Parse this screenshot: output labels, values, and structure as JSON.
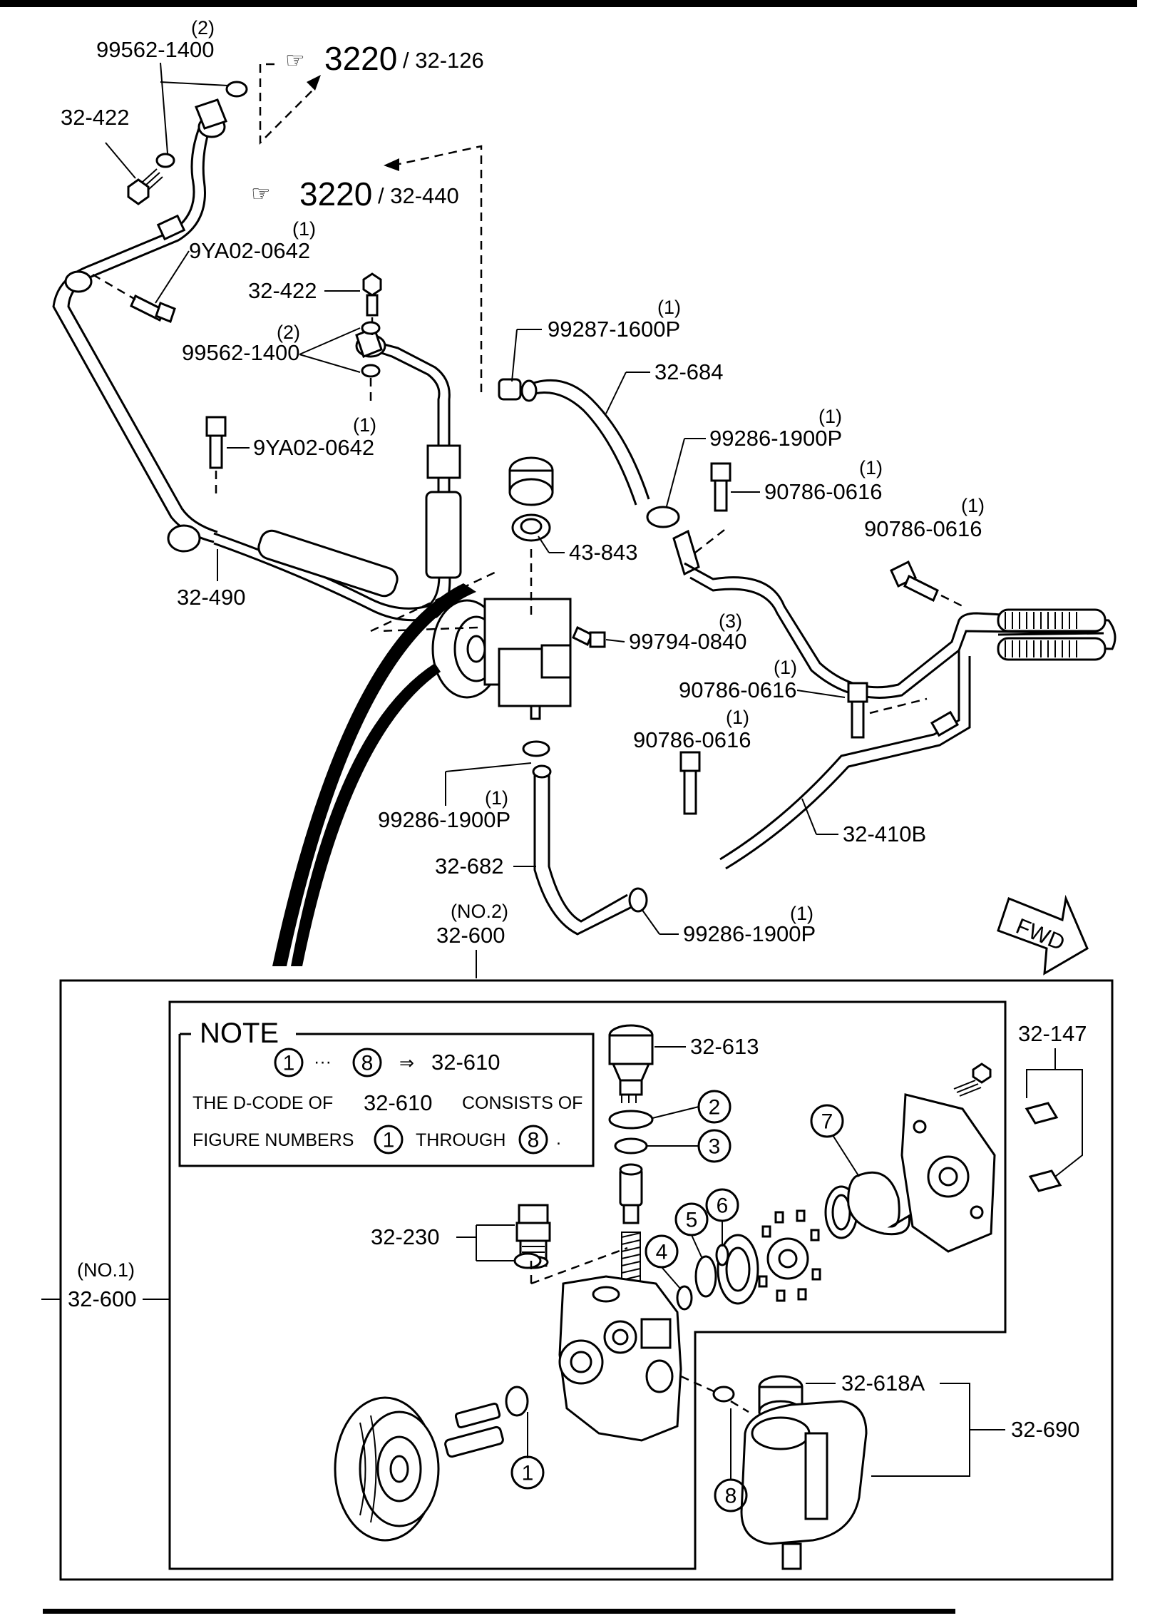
{
  "labels": {
    "ref_top_qty": "(2)",
    "ref_top_part": "99562-1400",
    "ref_3220_a": "3220",
    "ref_3220_a_sub": "/ 32-126",
    "ref_3220_b": "3220",
    "ref_3220_b_sub": "/ 32-440",
    "bolt_32422_top": "32-422",
    "bolt_9ya02_a_qty": "(1)",
    "bolt_9ya02_a": "9YA02-0642",
    "bolt_32422_mid": "32-422",
    "washer_mid_qty": "(2)",
    "washer_mid": "99562-1400",
    "clamp_99287_qty": "(1)",
    "clamp_99287": "99287-1600P",
    "hose_32684": "32-684",
    "bolt_9ya02_b_qty": "(1)",
    "bolt_9ya02_b": "9YA02-0642",
    "clamp_99286_a_qty": "(1)",
    "clamp_99286_a": "99286-1900P",
    "bolt_90786_a_qty": "(1)",
    "bolt_90786_a": "90786-0616",
    "bolt_90786_b_qty": "(1)",
    "bolt_90786_b": "90786-0616",
    "cap_43843": "43-843",
    "pipe_32490": "32-490",
    "bolt_99794_qty": "(3)",
    "bolt_99794": "99794-0840",
    "bolt_90786_c_qty": "(1)",
    "bolt_90786_c": "90786-0616",
    "bolt_90786_d_qty": "(1)",
    "bolt_90786_d": "90786-0616",
    "clamp_99286_b_qty": "(1)",
    "clamp_99286_b": "99286-1900P",
    "pipe_32410b": "32-410B",
    "hose_32682": "32-682",
    "pump_no2_qty": "(NO.2)",
    "pump_no2": "32-600",
    "clamp_99286_c_qty": "(1)",
    "clamp_99286_c": "99286-1900P",
    "fwd": "FWD",
    "pump_no1_qty": "(NO.1)",
    "pump_no1": "32-600",
    "part_32613": "32-613",
    "part_32147": "32-147",
    "part_32230": "32-230",
    "part_32618a": "32-618A",
    "part_32690": "32-690"
  },
  "note": {
    "title": "NOTE",
    "range_from": "1",
    "range_to": "8",
    "ellipsis": "···",
    "arrow": "⇒",
    "range_target": "32-610",
    "line2_a": "THE D-CODE OF",
    "line2_code": "32-610",
    "line2_b": "CONSISTS OF",
    "line3_a": "FIGURE NUMBERS",
    "line3_from": "1",
    "line3_mid": "THROUGH",
    "line3_to": "8",
    "line3_end": "."
  },
  "callouts": [
    "1",
    "2",
    "3",
    "4",
    "5",
    "6",
    "7",
    "8"
  ]
}
